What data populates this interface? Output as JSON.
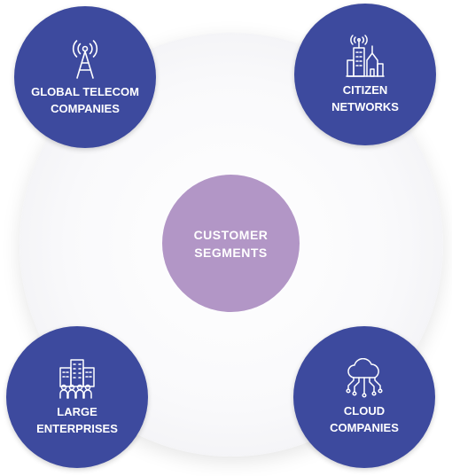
{
  "center": {
    "label": "CUSTOMER\nSEGMENTS"
  },
  "segments": [
    {
      "label": "GLOBAL TELECOM\nCOMPANIES",
      "icon": "radio-tower-icon"
    },
    {
      "label": "CITIZEN\nNETWORKS",
      "icon": "city-signal-icon"
    },
    {
      "label": "LARGE\nENTERPRISES",
      "icon": "office-people-icon"
    },
    {
      "label": "CLOUD\nCOMPANIES",
      "icon": "cloud-network-icon"
    }
  ],
  "colors": {
    "segment": "#3d4a9e",
    "center": "#b296c6",
    "text": "#ffffff"
  }
}
